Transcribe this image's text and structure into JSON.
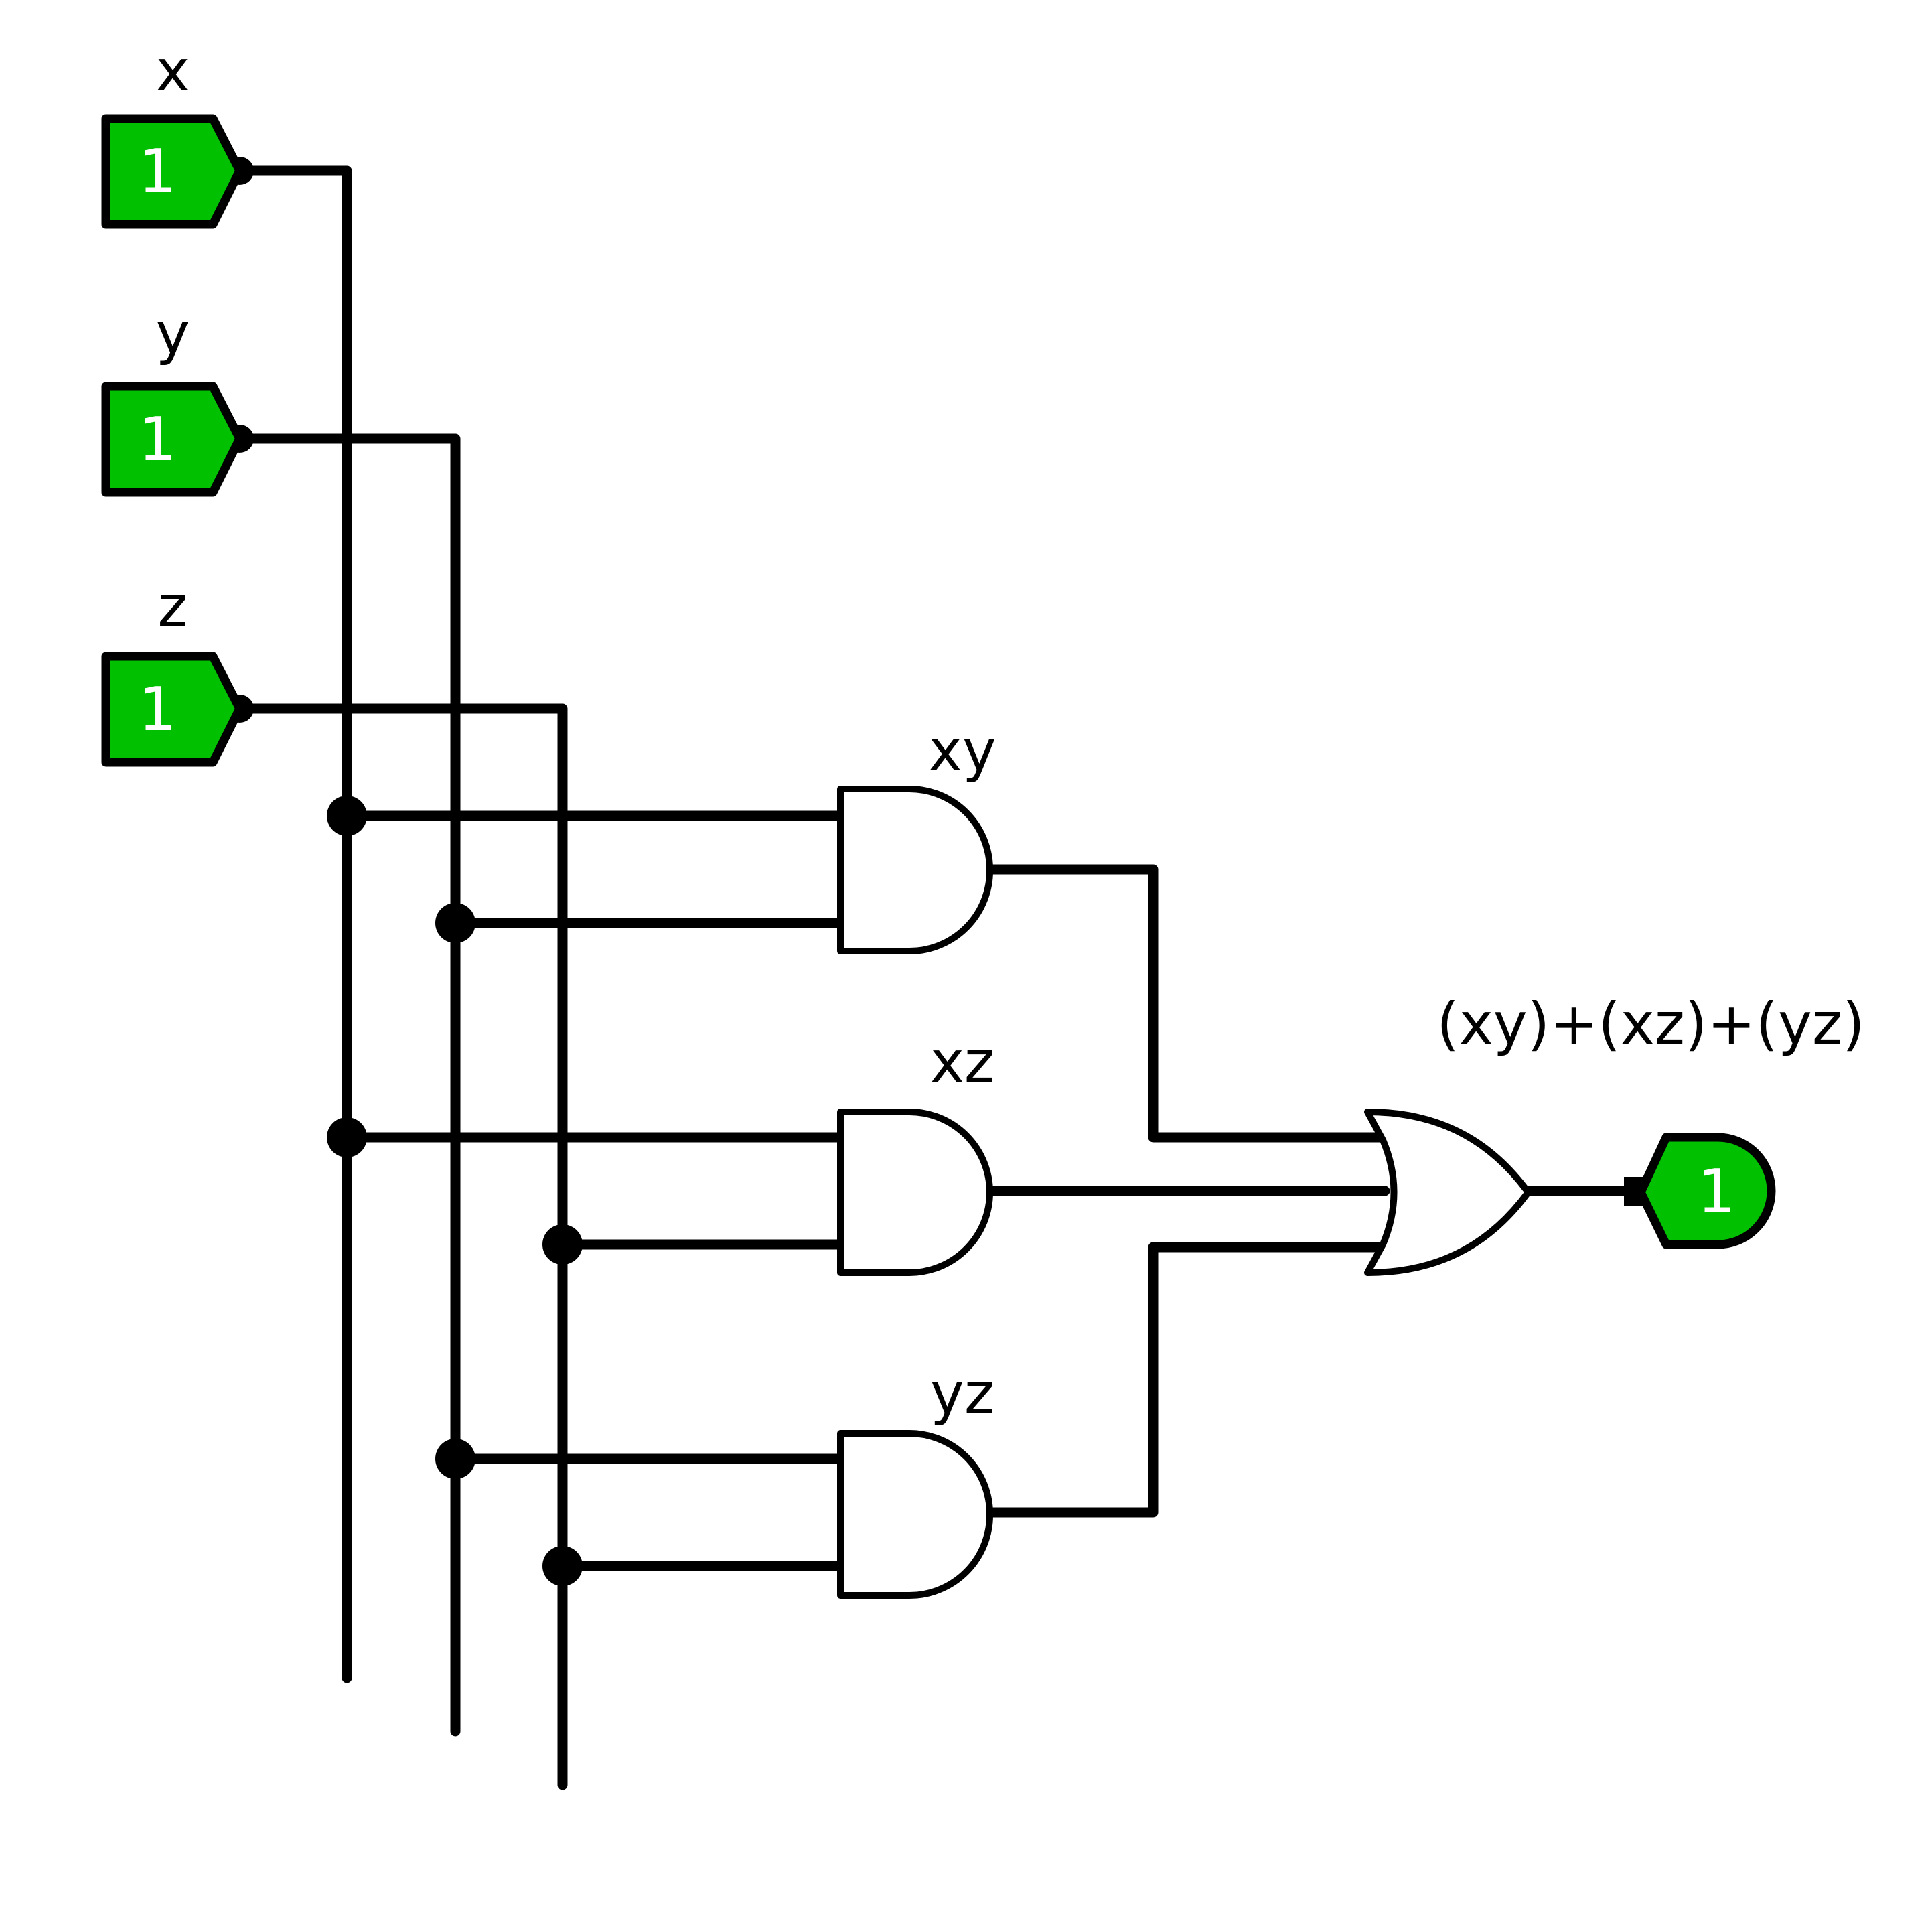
{
  "inputs": [
    {
      "label": "x",
      "value": "1"
    },
    {
      "label": "y",
      "value": "1"
    },
    {
      "label": "z",
      "value": "1"
    }
  ],
  "gates": [
    {
      "type": "AND",
      "label": "xy"
    },
    {
      "type": "AND",
      "label": "xz"
    },
    {
      "type": "AND",
      "label": "yz"
    },
    {
      "type": "OR",
      "label": ""
    }
  ],
  "output": {
    "label": "(xy)+(xz)+(yz)",
    "value": "1"
  },
  "colors": {
    "pin_on": "#00c000",
    "wire": "#000000",
    "gate_fill": "#ffffff"
  }
}
